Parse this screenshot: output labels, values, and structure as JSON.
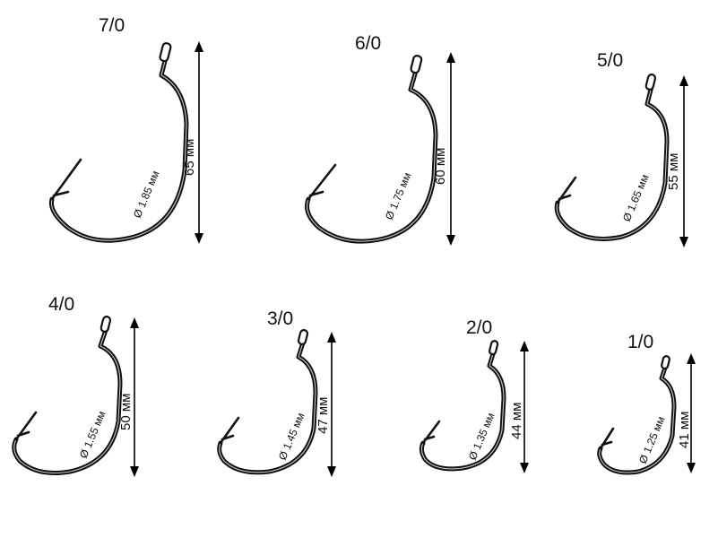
{
  "hooks": [
    {
      "size": "7/0",
      "length": "65 мм",
      "diameter": "Ø 1.85 мм"
    },
    {
      "size": "6/0",
      "length": "60 мм",
      "diameter": "Ø 1.75 мм"
    },
    {
      "size": "5/0",
      "length": "55 мм",
      "diameter": "Ø 1.65 мм"
    },
    {
      "size": "4/0",
      "length": "50 мм",
      "diameter": "Ø 1.55 мм"
    },
    {
      "size": "3/0",
      "length": "47 мм",
      "diameter": "Ø 1.45 мм"
    },
    {
      "size": "2/0",
      "length": "44 мм",
      "diameter": "Ø 1.35 мм"
    },
    {
      "size": "1/0",
      "length": "41 мм",
      "diameter": "Ø 1.25 мм"
    }
  ]
}
